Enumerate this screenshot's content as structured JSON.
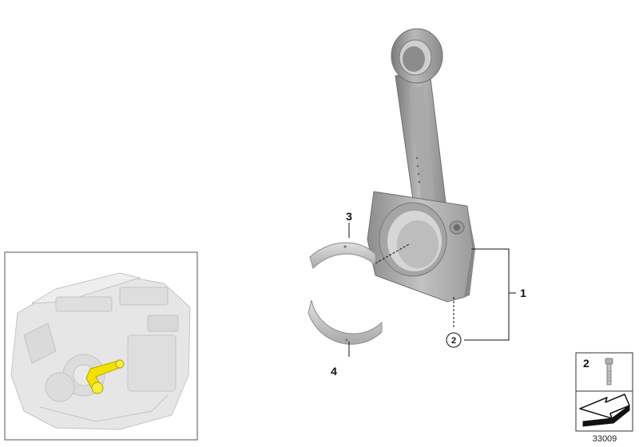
{
  "callouts": {
    "connecting_rod": "1",
    "bolt": "2",
    "upper_bearing_shell": "3",
    "lower_bearing_shell": "4"
  },
  "legend": {
    "bolt_number": "2"
  },
  "diagram_number": "33009",
  "colors": {
    "rod_gray": "#9a9a9a",
    "bearing_gray": "#c9c9c9",
    "highlight_yellow": "#f2e100",
    "line": "#111111"
  }
}
